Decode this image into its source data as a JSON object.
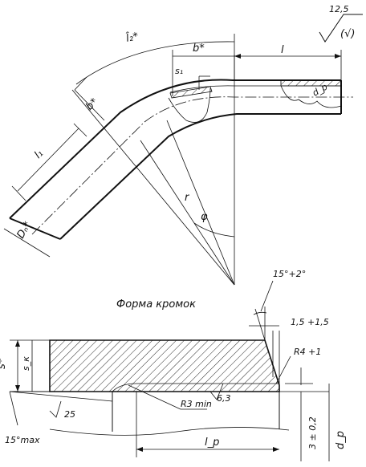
{
  "roughness": {
    "value": "12,5",
    "mark": "(√)"
  },
  "top_view": {
    "arc_length": "l̂₂*",
    "straight_length_right": "l",
    "straight_length_left": "l₁",
    "b_right": "b*",
    "b_left": "b*",
    "wall_thickness": "s₁",
    "diameter_small": "d_p",
    "outer_diameter": "Dₙ*",
    "radius": "r",
    "angle": "φ"
  },
  "section_title": "Форма кромок",
  "edge_detail": {
    "angle_top": "15°+2°",
    "chamfer": "1,5 +1,5",
    "radius_outer": "R4 +1",
    "surface_roughness": "6,3",
    "radius_min": "R3 min",
    "roughness_25": "25",
    "angle_max": "15°max",
    "wall_s_star": "s*",
    "wall_s_k": "s_к",
    "tolerance": "3 ± 0,2",
    "bore_diameter": "d_p",
    "bore_length": "l_p"
  }
}
